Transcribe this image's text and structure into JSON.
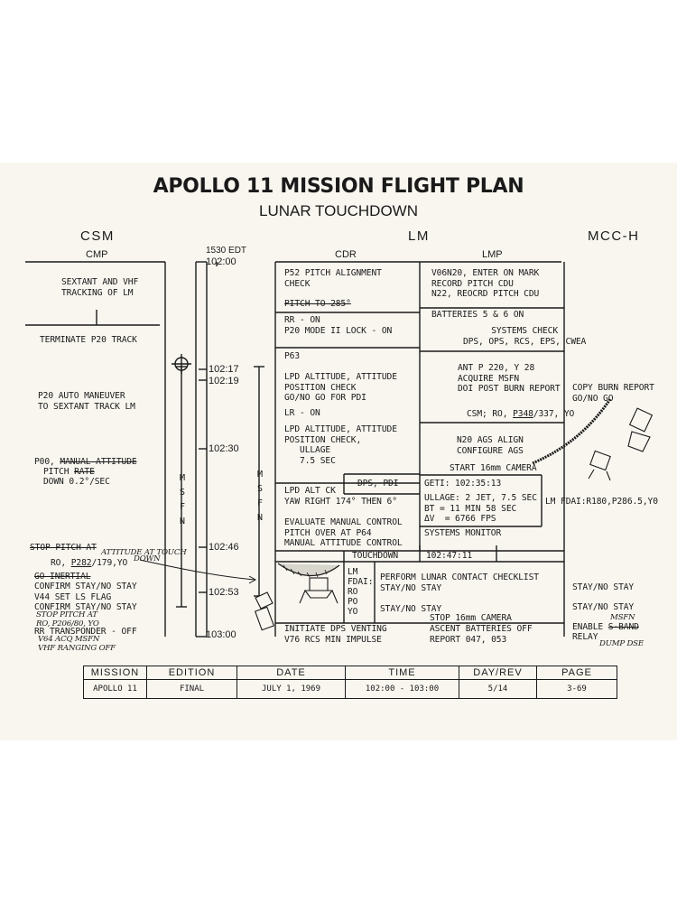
{
  "header": {
    "title": "APOLLO 11 MISSION FLIGHT PLAN",
    "subtitle": "LUNAR TOUCHDOWN"
  },
  "columns": {
    "csm": "CSM",
    "cmp": "CMP",
    "edt": "1530 EDT",
    "lm": "LM",
    "cdr": "CDR",
    "lmp": "LMP",
    "mcch": "MCC-H"
  },
  "timeline": {
    "ticks": [
      "102:00",
      "102:17",
      "102:19",
      "102:30",
      "102:46",
      "102:53",
      "103:00"
    ],
    "msfn": "MSFN"
  },
  "cmp": {
    "sextant": "SEXTANT AND VHF\nTRACKING OF LM",
    "terminate": "TERMINATE P20 TRACK",
    "auto_maneuver": "P20 AUTO MANEUVER\nTO SEXTANT TRACK LM",
    "p00": "P00,",
    "manual_attitude": "MANUAL ATTITUDE",
    "pitch": "PITCH",
    "rate": "RATE",
    "down": "DOWN 0.2°/SEC",
    "stop_pitch": "STOP PITCH AT",
    "hand_attitude": "ATTITUDE AT TOUCH",
    "hand_down": "DOWN",
    "ro": "RO, ",
    "ro_p": "P282",
    "ro_rest": "/179,YO",
    "go_inertial": "GO INERTIAL",
    "confirm": "CONFIRM STAY/NO STAY\nV44 SET LS FLAG\nCONFIRM STAY/NO STAY",
    "hand_stop1": "STOP PITCH AT\nRO, P206/80, YO",
    "rr_transponder": "RR TRANSPONDER - OFF",
    "hand_v64": "V64 ACQ MSFN\nVHF RANGING OFF"
  },
  "cdr": {
    "p52": "P52 PITCH ALIGNMENT\nCHECK",
    "pitch285": "PITCH TO 285°",
    "rr_on": "RR - ON\nP20 MODE II LOCK - ON",
    "p63": "P63",
    "lpd_attitude": "LPD ALTITUDE, ATTITUDE\nPOSITION CHECK\nGO/NO GO FOR PDI",
    "lr_on": "LR - ON",
    "lpd_ullage": "LPD ALTITUDE, ATTITUDE\nPOSITION CHECK,\n   ULLAGE\n   7.5 SEC",
    "lpd_alt_ck": "LPD ALT CK",
    "dps_pdi": "DPS, PDI",
    "yaw": "YAW RIGHT 174° THEN 6°",
    "evaluate": "EVALUATE MANUAL CONTROL\nPITCH OVER AT P64\nMANUAL ATTITUDE CONTROL",
    "touchdown": "TOUCHDOWN",
    "lm_fdai": "LM\nFDAI:\nRO\nPO\nYO",
    "venting": "INITIATE DPS VENTING\nV76 RCS MIN IMPULSE"
  },
  "lmp": {
    "v06n20": "V06N20, ENTER ON MARK\nRECORD PITCH CDU\nN22, REOCRD PITCH CDU",
    "batteries": "BATTERIES 5 & 6 ON",
    "systems_check": "SYSTEMS CHECK\nDPS, OPS, RCS, EPS, CWEA",
    "ant": "ANT P 220, Y 28\nACQUIRE MSFN\nDOI POST BURN REPORT",
    "csm_ro": "CSM; RO, ",
    "csm_p": "P348",
    "csm_rest": "/337, YO",
    "n20": "N20 AGS ALIGN\nCONFIGURE AGS",
    "start_camera": "START 16mm CAMERA",
    "geti": "GETI: 102:35:13",
    "ullage": "ULLAGE: 2 JET, 7.5 SEC\nBT = 11 MIN 58 SEC",
    "delta_v": "ΔV  = 6766 FPS",
    "systems_monitor": "SYSTEMS MONITOR",
    "touchdown_time": "102:47:11",
    "perform": "PERFORM LUNAR CONTACT CHECKLIST\nSTAY/NO STAY",
    "stay": "STAY/NO STAY",
    "stop_camera": "STOP 16mm CAMERA",
    "ascent": "ASCENT BATTERIES OFF\nREPORT 047, 053"
  },
  "mcch": {
    "copy_burn": "COPY BURN REPORT\nGO/NO GO",
    "lm_fdai": "LM FDAI:R180,P286.5,Y0",
    "stay1": "STAY/NO STAY",
    "stay2": "STAY/NO STAY",
    "enable": "ENABLE ",
    "s_band": "S-BAND",
    "hand_msfn": "MSFN",
    "relay": "RELAY",
    "hand_dump": "DUMP DSE"
  },
  "footer": {
    "headers": [
      "MISSION",
      "EDITION",
      "DATE",
      "TIME",
      "DAY/REV",
      "PAGE"
    ],
    "values": [
      "APOLLO 11",
      "FINAL",
      "JULY 1, 1969",
      "102:00 - 103:00",
      "5/14",
      "3-69"
    ]
  }
}
